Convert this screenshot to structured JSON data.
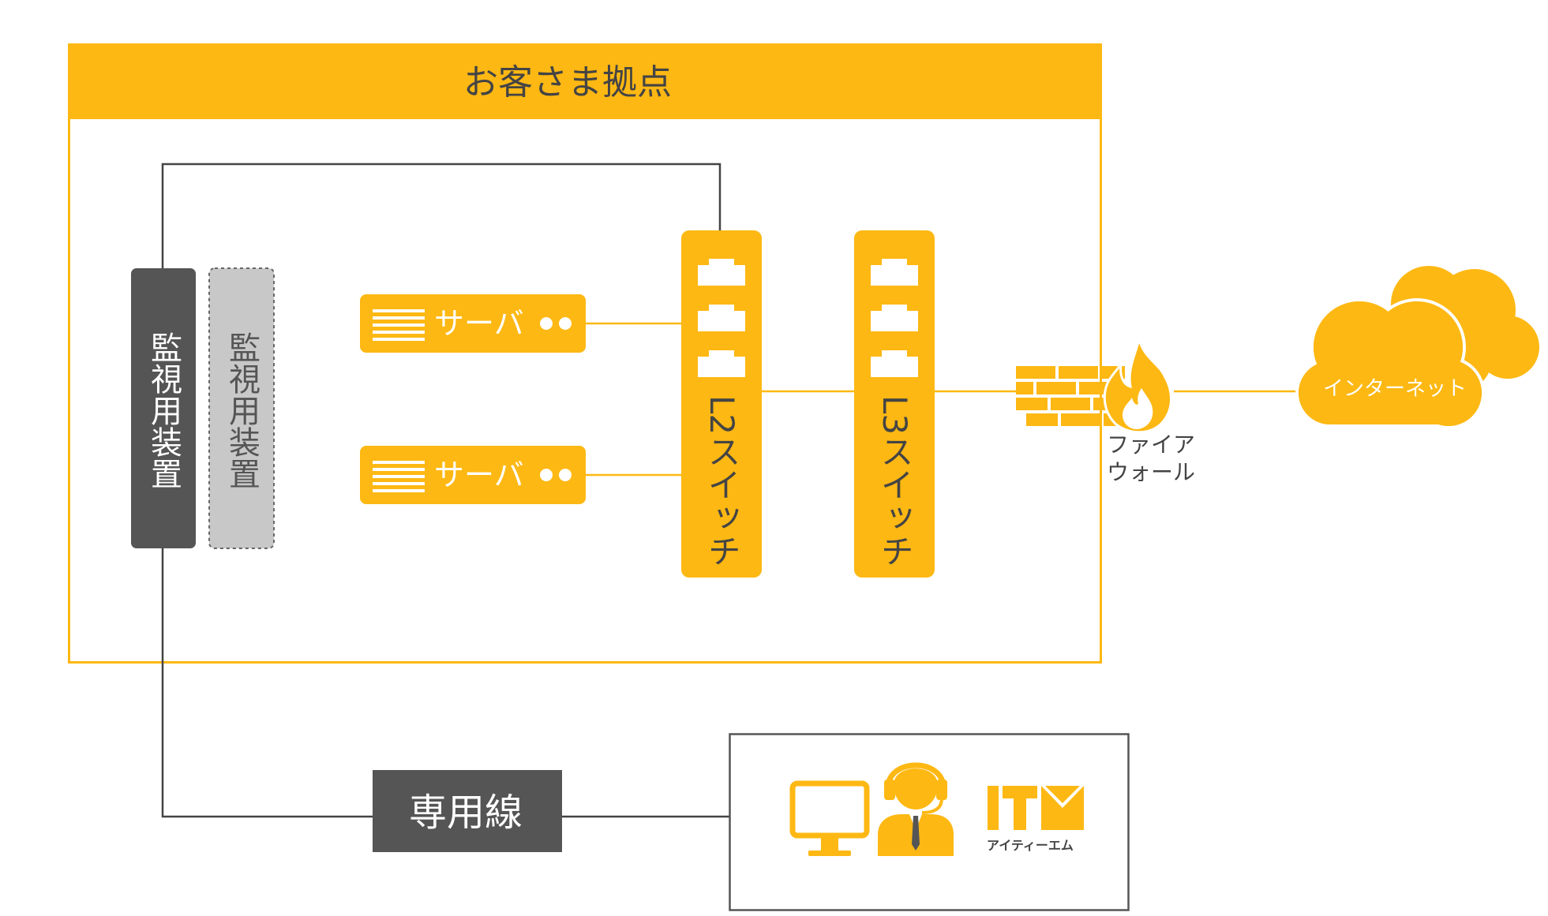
{
  "site": {
    "title": "お客さま拠点"
  },
  "monitor": {
    "active_label": "監視用装置",
    "standby_label": "監視用装置"
  },
  "servers": [
    {
      "label": "サーバ"
    },
    {
      "label": "サーバ"
    }
  ],
  "switches": {
    "l2_label": "L2スイッチ",
    "l3_label": "L3スイッチ"
  },
  "firewall": {
    "label_line1": "ファイア",
    "label_line2": "ウォール"
  },
  "internet": {
    "label": "インターネット"
  },
  "leased_line": {
    "label": "専用線"
  },
  "itm": {
    "logo_caption": "アイティーエム"
  },
  "colors": {
    "accent": "#FDB813",
    "dark_gray": "#555555",
    "light_gray": "#C8C8C8",
    "line_gray": "#444444"
  }
}
